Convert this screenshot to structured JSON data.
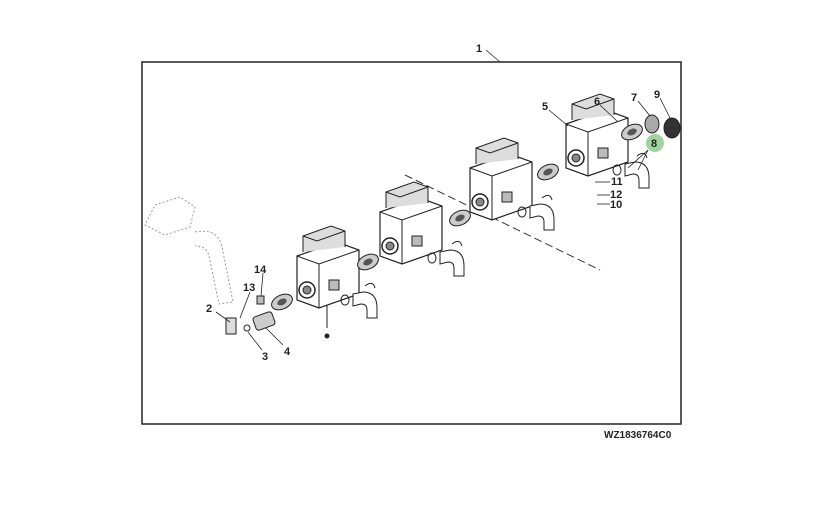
{
  "diagram": {
    "figure_code": "WZ1836764C0",
    "callouts": [
      "1",
      "2",
      "3",
      "4",
      "5",
      "6",
      "7",
      "8",
      "9",
      "10",
      "11",
      "12",
      "13",
      "14"
    ],
    "highlighted_callout": "8",
    "highlight_color": "#9fd39f"
  }
}
